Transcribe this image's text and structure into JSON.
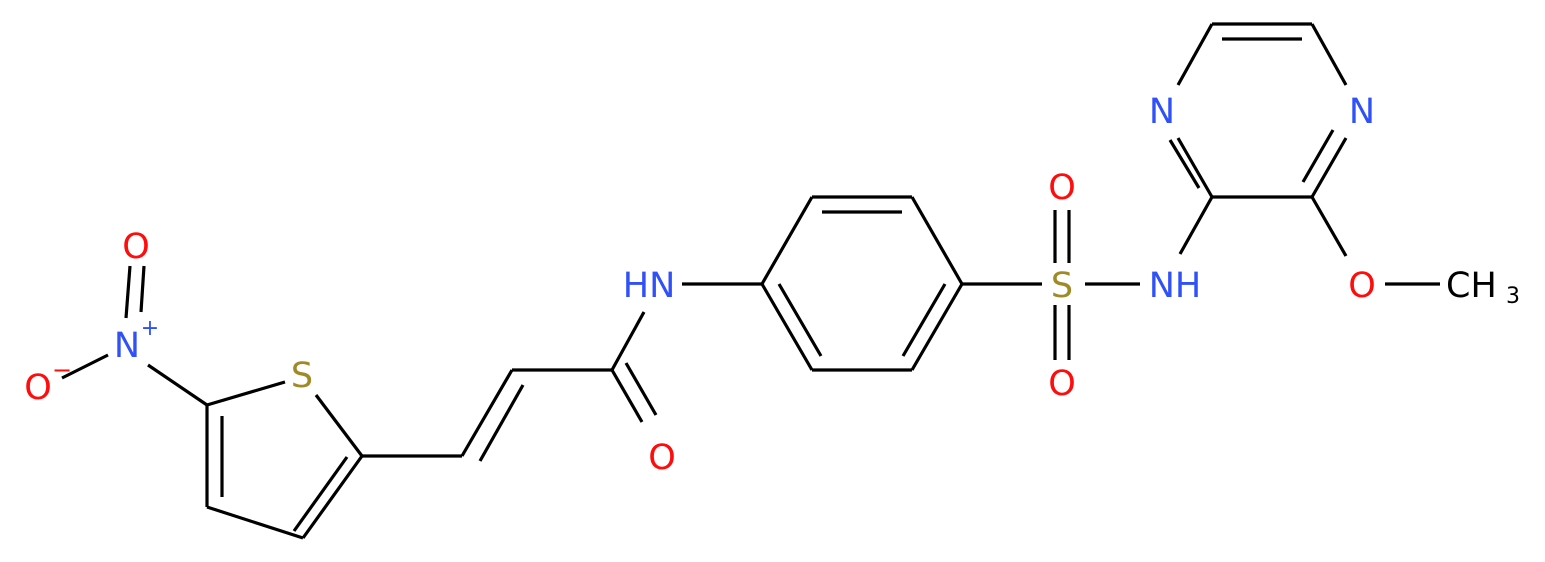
{
  "colors": {
    "bond": "#000000",
    "nitrogen": "#3050F8",
    "oxygen": "#FF0D0D",
    "sulfur": "#9F8A26",
    "carbon": "#000000",
    "background": "#FFFFFF"
  },
  "atoms": {
    "nitro_o_top": {
      "symbol": "O",
      "color": "oxygen"
    },
    "nitro_n": {
      "symbol": "N",
      "charge": "+",
      "color": "nitrogen"
    },
    "nitro_o_minus": {
      "symbol": "O",
      "charge": "−",
      "color": "oxygen"
    },
    "thiophene_s": {
      "symbol": "S",
      "color": "sulfur"
    },
    "carbonyl_o": {
      "symbol": "O",
      "color": "oxygen"
    },
    "amide_nh": {
      "symbol": "HN",
      "color": "nitrogen"
    },
    "sulfonyl_s": {
      "symbol": "S",
      "color": "sulfur"
    },
    "sulfonyl_o_top": {
      "symbol": "O",
      "color": "oxygen"
    },
    "sulfonyl_o_bottom": {
      "symbol": "O",
      "color": "oxygen"
    },
    "sulfonamide_nh": {
      "symbol": "NH",
      "color": "nitrogen"
    },
    "pyrazine_n1": {
      "symbol": "N",
      "color": "nitrogen"
    },
    "pyrazine_n4": {
      "symbol": "N",
      "color": "nitrogen"
    },
    "methoxy_o": {
      "symbol": "O",
      "color": "oxygen"
    },
    "methyl": {
      "symbol": "CH",
      "subscript": "3",
      "color": "carbon"
    }
  }
}
